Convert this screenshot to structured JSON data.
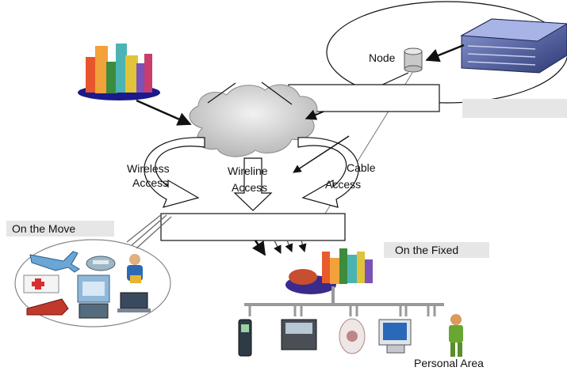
{
  "labels": {
    "node": "Node",
    "wireless_access": [
      "Wireless",
      "Access"
    ],
    "wireline_access": [
      "Wireline",
      "Access"
    ],
    "cable_access": [
      "Cable",
      "Access"
    ],
    "on_the_move": "On the Move",
    "on_the_fixed": "On the Fixed",
    "personal_area": "Personal Area"
  },
  "colors": {
    "cloud_fill": "#d4d4d4",
    "tag_fill": "#e6e6e6",
    "server_body": "#4a5fa6",
    "arrow": "#111111"
  }
}
